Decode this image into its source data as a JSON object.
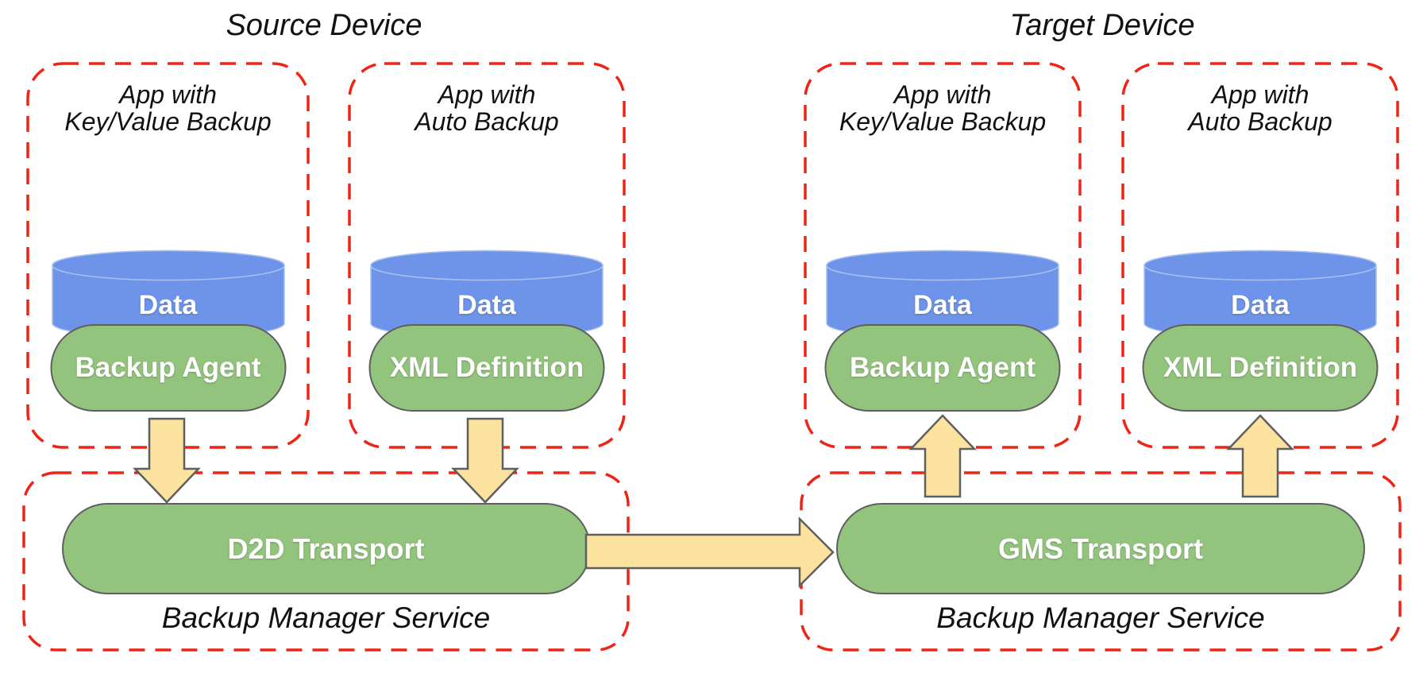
{
  "source": {
    "title": "Source Device",
    "apps": [
      {
        "title": "App with\nKey/Value Backup",
        "data_label": "Data",
        "component": "Backup Agent"
      },
      {
        "title": "App with\nAuto Backup",
        "data_label": "Data",
        "component": "XML Definition"
      }
    ],
    "service": {
      "transport": "D2D Transport",
      "label": "Backup Manager Service"
    }
  },
  "target": {
    "title": "Target Device",
    "apps": [
      {
        "title": "App with\nKey/Value Backup",
        "data_label": "Data",
        "component": "Backup Agent"
      },
      {
        "title": "App with\nAuto Backup",
        "data_label": "Data",
        "component": "XML Definition"
      }
    ],
    "service": {
      "transport": "GMS Transport",
      "label": "Backup Manager Service"
    }
  },
  "colors": {
    "box_dash_red": "#ee2417",
    "cylinder_blue": "#6d94e8",
    "component_green": "#93c47d",
    "arrow_yellow": "#fbe29e",
    "shape_stroke_gray": "#5f5f5f",
    "label_white": "#ffffff",
    "text_black": "#111111"
  }
}
